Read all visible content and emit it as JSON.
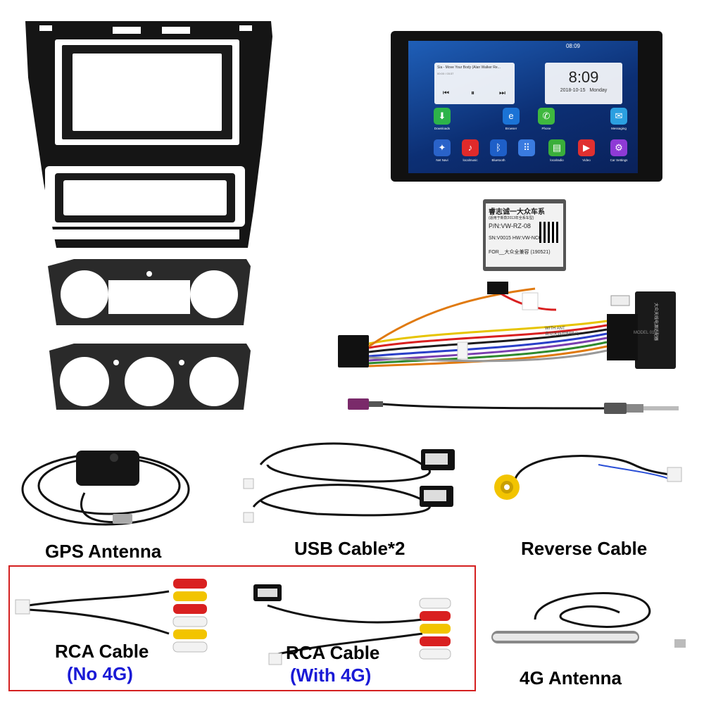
{
  "captions": {
    "gps": "GPS Antenna",
    "usb": "USB Cable*2",
    "reverse": "Reverse Cable",
    "rca_no4g": "RCA Cable",
    "rca_no4g_sub": "(No 4G)",
    "rca_4g": "RCA Cable",
    "rca_4g_sub": "(With 4G)",
    "antenna4g": "4G Antenna"
  },
  "head_unit": {
    "status_time": "08:09",
    "media_title": "Sia - Move Your Body (Alan Walker Re...",
    "media_time": "00:00 / 03:37",
    "clock_time": "8:09",
    "clock_date": "2018-10-15",
    "clock_day": "Monday",
    "apps": [
      {
        "label": "Downloads",
        "icon": "download-icon",
        "color": "#2db34a",
        "glyph": "⬇"
      },
      {
        "label": "Browser",
        "icon": "browser-icon",
        "color": "#1b73d6",
        "glyph": "e"
      },
      {
        "label": "Phone",
        "icon": "phone-icon",
        "color": "#3fb83f",
        "glyph": "✆"
      },
      {
        "label": "Messaging",
        "icon": "message-icon",
        "color": "#2b9fe0",
        "glyph": "✉"
      },
      {
        "label": "Net Navi",
        "icon": "navigation-icon",
        "color": "#2a63c9",
        "glyph": "✦"
      },
      {
        "label": "localmusic",
        "icon": "music-icon",
        "color": "#e02a2a",
        "glyph": "♪"
      },
      {
        "label": "Bluetooth",
        "icon": "bluetooth-icon",
        "color": "#1e5fc8",
        "glyph": "ᛒ"
      },
      {
        "label": "",
        "icon": "apps-grid-icon",
        "color": "#3a7be0",
        "glyph": "⠿"
      },
      {
        "label": "localradio",
        "icon": "radio-icon",
        "color": "#3aae3a",
        "glyph": "▤"
      },
      {
        "label": "Video",
        "icon": "video-icon",
        "color": "#e03030",
        "glyph": "▶"
      },
      {
        "label": "Car Settings",
        "icon": "settings-icon",
        "color": "#8e3ad6",
        "glyph": "⚙"
      }
    ]
  },
  "decoder": {
    "line1": "睿志诚一大众车系",
    "line2": "(适用于新款2013年全系车型)",
    "line3": "P/N:VW-RZ-08",
    "line4": "SN:V0015 HW:VW-NC03",
    "line5": "FOR__大众全兼容  (190521)"
  },
  "harness_tags": {
    "tag1": "WITH ANT",
    "tag2": "自动天线控制输出",
    "tag3": "大众天线电源适配器",
    "tag4": "MODEL 01"
  }
}
